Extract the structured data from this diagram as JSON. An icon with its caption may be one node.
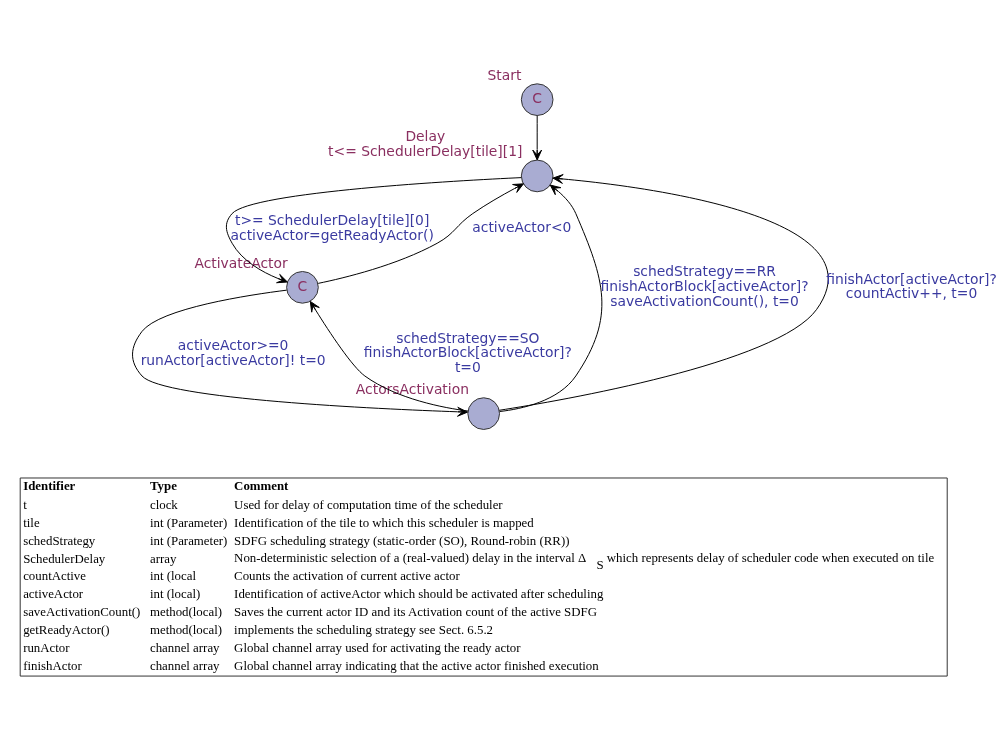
{
  "diagram": {
    "nodes": [
      {
        "text": [
          "C"
        ],
        "beside": [
          "Start"
        ]
      },
      {
        "text": [],
        "shape": "circle",
        "beside": [
          "Delay",
          "t<= SchedulerDelay[tile][1]"
        ]
      },
      {
        "text": [
          "C"
        ],
        "beside": [
          "ActivateActor"
        ]
      },
      {
        "text": [],
        "shape": "circle",
        "beside": [
          "ActorsActivation"
        ]
      }
    ],
    "edges": [
      {
        "from": 0,
        "to": 1,
        "arrow": "to"
      },
      {
        "from": 1,
        "to": 2,
        "arrow": "to",
        "label": "t>= SchedulerDelay[tile][0] activeActor=getReadyActor()"
      },
      {
        "from": 2,
        "to": 1,
        "arrow": "to",
        "label": "activeActor<0"
      },
      {
        "from": 2,
        "to": 3,
        "arrow": "to",
        "label": "activeActor>=0 runActor[activeActor]! t=0"
      },
      {
        "from": 3,
        "to": 2,
        "arrow": "to",
        "label": "schedStrategy==SO finishActorBlock[activeActor]? t=0"
      },
      {
        "from": 3,
        "to": 1,
        "arrow": "to",
        "label": "schedStrategy==RR finishActorBlock[activeActor]? saveActivationCount(), t=0"
      },
      {
        "from": 3,
        "to": 1,
        "arrow": "to",
        "label": "finishActor[activeActor]? countActiv++, t=0"
      }
    ],
    "labels": [
      "Identifier",
      "Type",
      "Comment",
      "t",
      "clock",
      "Used for delay of computation time of the scheduler",
      "tile",
      "int (Parameter)",
      "Identification of the tile to which this scheduler is mapped",
      "schedStrategy",
      "int (Parameter)",
      "SDFG scheduling strategy (static-order (SO), Round-robin (RR))",
      "SchedulerDelay",
      "array",
      "Non-deterministic selection of a (real-valued) delay in the interval Δ$_{S}$ which represents delay of scheduler code when executed on tile",
      "countActive",
      "int (local",
      "Counts the activation of current active actor",
      "activeActor",
      "int (local)",
      "Identification of activeActor which should be activated after scheduling",
      "saveActivationCount()",
      "method(local)",
      "Saves the current actor ID and its Activation count of the active SDFG",
      "getReadyActor()",
      "method(local)",
      "implements the scheduling strategy see Sect. 6.5.2",
      "runActor",
      "channel array",
      "Global channel array used for activating the ready actor",
      "finishActor",
      "channel array",
      "Global channel array indicating that the active actor finished execution"
    ]
  }
}
